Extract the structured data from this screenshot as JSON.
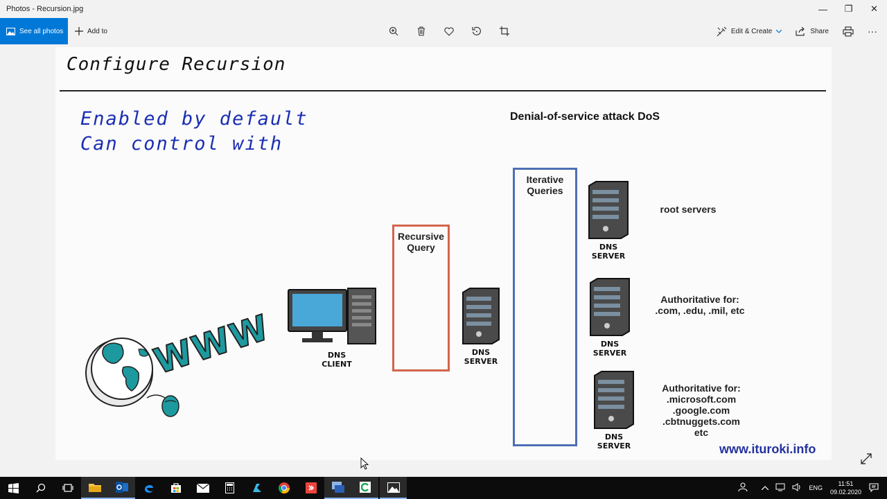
{
  "window": {
    "title": "Photos - Recursion.jpg",
    "controls": {
      "minimize": "—",
      "maximize": "❐",
      "close": "✕"
    }
  },
  "toolbar": {
    "see_all": "See all photos",
    "add_to": "Add to",
    "tools": [
      "zoom-icon",
      "delete-icon",
      "favorite-icon",
      "rotate-icon",
      "crop-icon"
    ],
    "edit_create": "Edit & Create",
    "share": "Share",
    "more": "···"
  },
  "slide": {
    "title": "Configure Recursion",
    "line1": "Enabled by default",
    "line2": "Can control with",
    "dos": "Denial-of-service attack DoS",
    "recursive_query": "Recursive Query",
    "iterative_queries": "Iterative Queries",
    "dns_client": "DNS CLIENT",
    "dns_server": "DNS SERVER",
    "root_servers": "root servers",
    "auth1_title": "Authoritative for:",
    "auth1_body": ".com, .edu, .mil, etc",
    "auth2_title": "Authoritative for:",
    "auth2_lines": [
      ".microsoft.com",
      ".google.com",
      ".cbtnuggets.com",
      "etc"
    ],
    "www": "WWW",
    "watermark": "www.ituroki.info"
  },
  "taskbar": {
    "apps": [
      "start-icon",
      "search-icon",
      "task-view-icon",
      "file-explorer-icon",
      "outlook-icon",
      "edge-icon",
      "store-icon",
      "mail-icon",
      "calculator-icon",
      "azure-icon",
      "chrome-icon",
      "anydesk-icon",
      "rdp-icon",
      "camtasia-icon",
      "photos-icon"
    ],
    "lang": "ENG",
    "time": "11:51",
    "date": "09.02.2020"
  }
}
